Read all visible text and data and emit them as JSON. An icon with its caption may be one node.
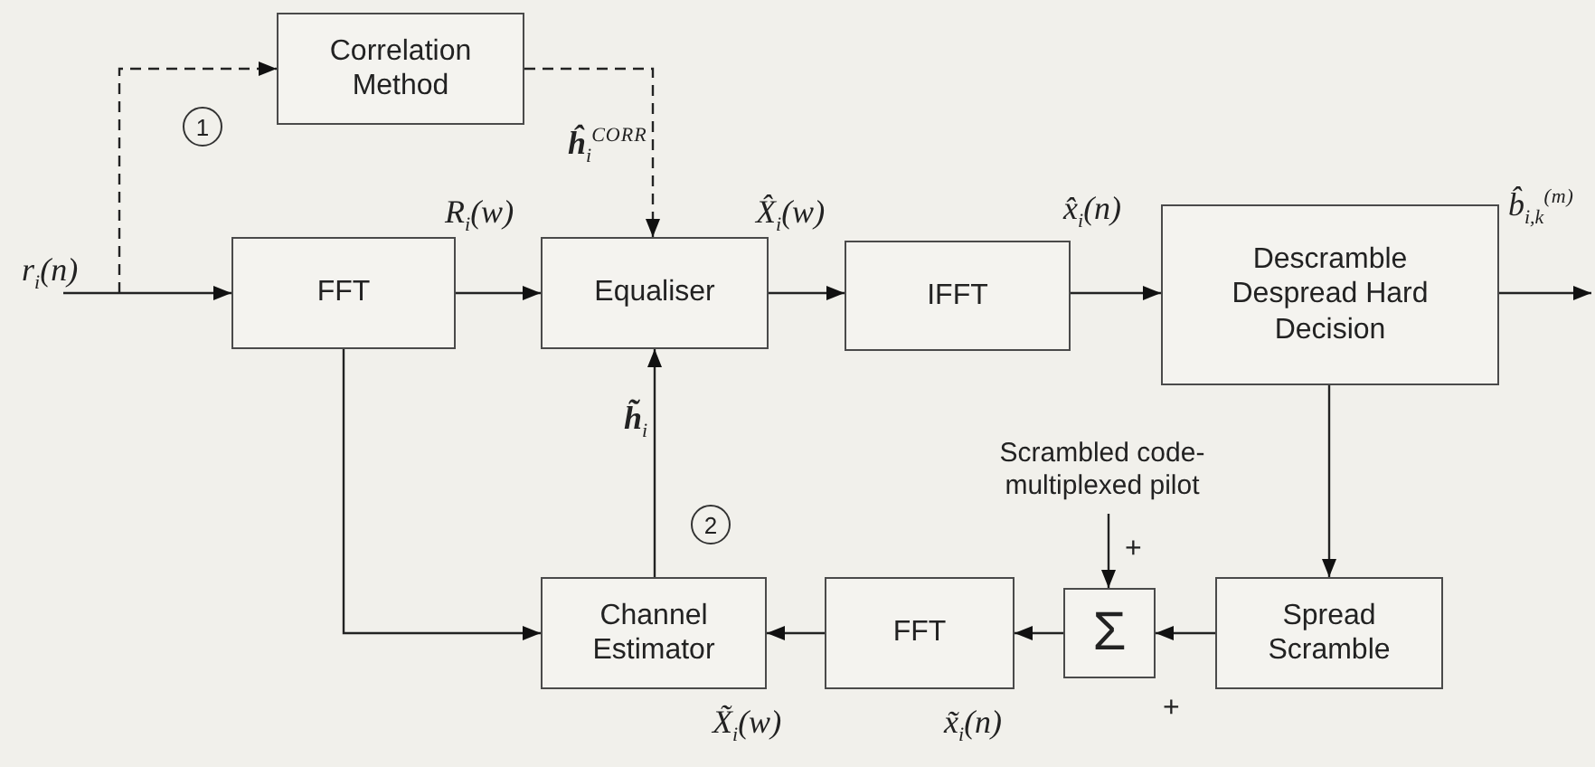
{
  "diagram": {
    "nodes": [
      {
        "text": [
          "Correlation Method"
        ]
      },
      {
        "text": [
          "FFT"
        ]
      },
      {
        "text": [
          "Equaliser"
        ]
      },
      {
        "text": [
          "IFFT"
        ]
      },
      {
        "text": [
          "Descramble Despread Hard Decision"
        ]
      },
      {
        "text": [
          "Channel Estimator"
        ]
      },
      {
        "text": [
          "FFT"
        ]
      },
      {
        "text": [
          "Σ"
        ]
      },
      {
        "text": [
          "Spread Scramble"
        ]
      },
      {
        "text": [
          "Scrambled code-multiplexed pilot"
        ]
      }
    ],
    "edges": [
      {
        "from": null,
        "to": 1,
        "arrow": "to",
        "label": "r$_{i}$(n)"
      },
      {
        "from": null,
        "to": 0,
        "arrow": "to",
        "style": "dashed"
      },
      {
        "from": 0,
        "to": 2,
        "arrow": "to",
        "style": "dashed",
        "label": "**ĥ**$_{i}$$^{CORR}$"
      },
      {
        "from": 1,
        "to": 2,
        "arrow": "to",
        "label": "R$_{i}$(w)"
      },
      {
        "from": 2,
        "to": 3,
        "arrow": "to",
        "label": "X̂$_{i}$(w)"
      },
      {
        "from": 3,
        "to": 4,
        "arrow": "to",
        "label": "x̂$_{i}$(n)"
      },
      {
        "from": 4,
        "to": null,
        "arrow": "to",
        "label": "b̂$_{i,k}$$^{(m)}$"
      },
      {
        "from": 4,
        "to": 8,
        "arrow": "to"
      },
      {
        "from": 1,
        "to": 5,
        "arrow": "to"
      },
      {
        "from": 8,
        "to": 7,
        "arrow": "to"
      },
      {
        "from": 9,
        "to": 7,
        "arrow": "to"
      },
      {
        "from": 7,
        "to": 6,
        "arrow": "to",
        "label": "x̃$_{i}$(n)"
      },
      {
        "from": 6,
        "to": 5,
        "arrow": "to",
        "label": "X̃$_{i}$(w)"
      },
      {
        "from": 5,
        "to": 2,
        "arrow": "to",
        "label": "**h̃**$_{i}$"
      }
    ],
    "labels": [
      "1",
      "2",
      "+",
      "+"
    ]
  }
}
